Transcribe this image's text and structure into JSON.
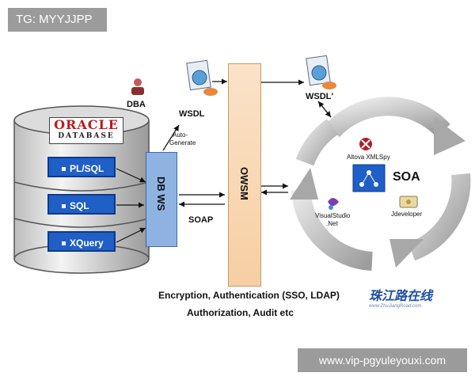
{
  "watermarks": {
    "top_left": "TG: MYYJJPP",
    "bottom_right": "www.vip-pgyuleyouxi.com"
  },
  "database": {
    "brand": "ORACLE",
    "subtitle": "DATABASE",
    "layers": [
      "PL/SQL",
      "SQL",
      "XQuery"
    ]
  },
  "nodes": {
    "dba": "DBA",
    "wsdl": "WSDL",
    "wsdl_prime": "WSDL'",
    "auto_generate": [
      "Auto-",
      "Generate"
    ],
    "db_ws": "DB WS",
    "soap": "SOAP",
    "owsm": "OWSM"
  },
  "soa": {
    "center": "SOA",
    "tools": {
      "xmlspy": "Altova XMLSpy",
      "visualstudio": [
        "VisualStudio",
        ".Net"
      ],
      "jdeveloper": "Jdeveloper"
    }
  },
  "captions": {
    "line1": "Encryption, Authentication (SSO, LDAP)",
    "line2": "Authorization, Audit etc"
  },
  "logo": {
    "text": "珠江路在线",
    "sub": "www.ZhuJiangRoad.com"
  },
  "colors": {
    "layer_blue": "#1f5fc6",
    "owsm_bar": "#f6cfa3",
    "dbws_box": "#8eb3e3",
    "oracle_red": "#c0171c"
  }
}
